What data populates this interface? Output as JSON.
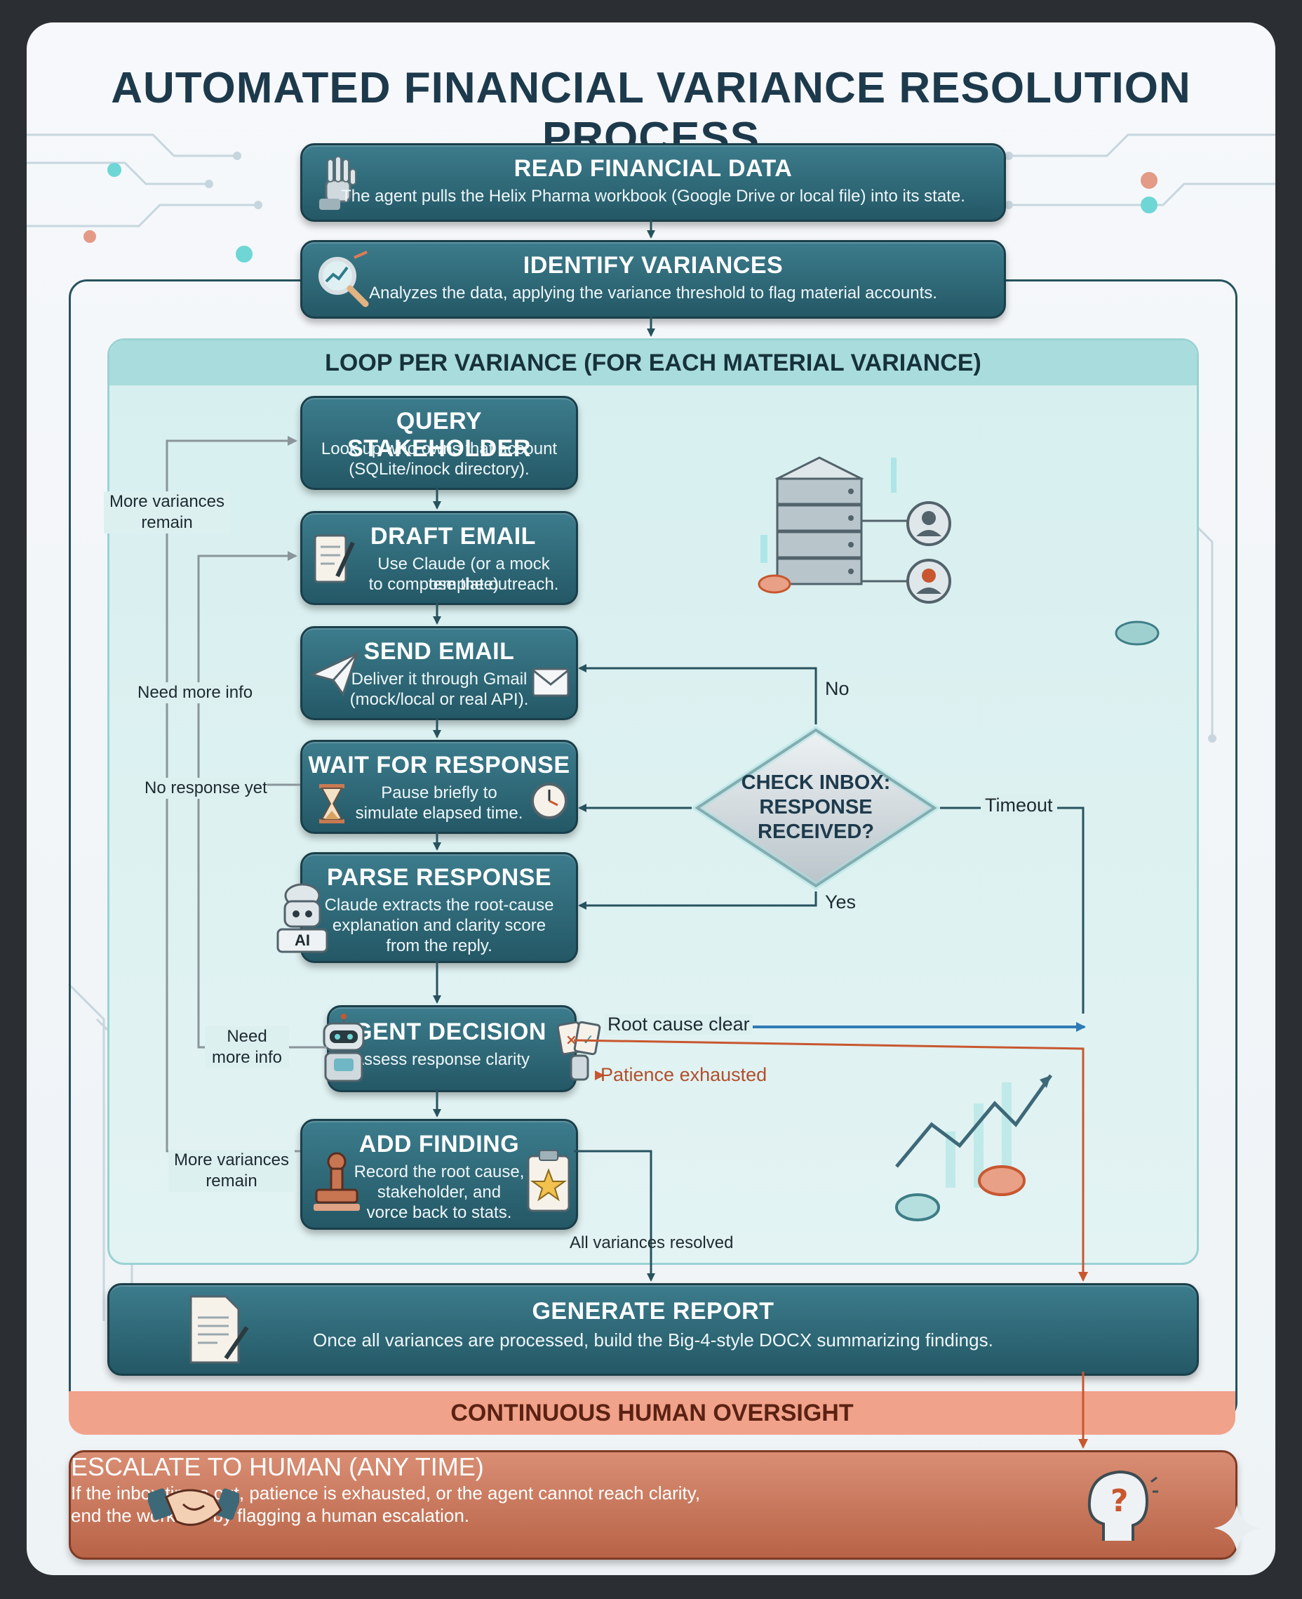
{
  "title": "AUTOMATED FINANCIAL VARIANCE RESOLUTION PROCESS",
  "steps": {
    "read": {
      "title": "READ FINANCIAL DATA",
      "desc": "The agent pulls the Helix Pharma workbook (Google Drive or local file) into its state."
    },
    "identify": {
      "title": "IDENTIFY VARIANCES",
      "desc": "Analyzes the data, applying the variance threshold to flag material accounts."
    },
    "query": {
      "title": "QUERY STAKEHOLDER",
      "desc1": "Look up who owns that account",
      "desc2": "(SQLite/inock directory)."
    },
    "draft": {
      "title": "DRAFT EMAIL",
      "desc1": "Use Claude (or a mock template)",
      "desc2": "to compose the outreach."
    },
    "send": {
      "title": "SEND EMAIL",
      "desc1": "Deliver it through Gmail",
      "desc2": "(mock/local or real API)."
    },
    "wait": {
      "title": "WAIT FOR RESPONSE",
      "desc1": "Pause briefly to",
      "desc2": "simulate elapsed time."
    },
    "parse": {
      "title": "PARSE RESPONSE",
      "desc1": "Claude extracts the root-cause",
      "desc2": "explanation and clarity score",
      "desc3": "from the reply."
    },
    "decision": {
      "title": "AGENT DECISION",
      "desc": "Assess response clarity"
    },
    "finding": {
      "title": "ADD FINDING",
      "desc1": "Record the root cause,",
      "desc2": "stakeholder, and",
      "desc3": "vorce back to stats."
    },
    "report": {
      "title": "GENERATE REPORT",
      "desc": "Once all variances are processed, build the Big-4-style DOCX summarizing findings."
    }
  },
  "loop": {
    "title": "LOOP PER VARIANCE (FOR EACH MATERIAL VARIANCE)"
  },
  "diamond": {
    "line1": "CHECK INBOX:",
    "line2": "RESPONSE",
    "line3": "RECEIVED?"
  },
  "labels": {
    "more_variances_1a": "More variances",
    "more_variances_1b": "remain",
    "need_more_info_1": "Need more info",
    "no_response_yet": "No response yet",
    "need_2a": "Need",
    "need_2b": "more info",
    "more_variances_2a": "More variances",
    "more_variances_2b": "remain",
    "no": "No",
    "yes": "Yes",
    "timeout": "Timeout",
    "root_cause_clear": "Root cause clear",
    "patience_exhausted": "Patience exhausted",
    "all_resolved": "All variances resolved"
  },
  "icon_labels": {
    "ai_badge": "AI"
  },
  "oversight": {
    "title": "CONTINUOUS HUMAN OVERSIGHT"
  },
  "escalate": {
    "title": "ESCALATE TO HUMAN (ANY TIME)",
    "desc1": "If the inbox times out, patience is exhausted, or the agent cannot reach clarity,",
    "desc2": "end the workflow by flagging a human escalation."
  },
  "colors": {
    "box": "#2f6b7a",
    "loop_bg": "#d7efef",
    "oversight": "#f1a28a",
    "escalate": "#c47457",
    "orange_arrow": "#c8572f",
    "blue_arrow": "#2f7bb5"
  },
  "icons": [
    "robot-hand-icon",
    "magnifier-chart-icon",
    "server-stack-icon",
    "user-icon",
    "document-pen-icon",
    "paper-plane-icon",
    "envelope-icon",
    "hourglass-icon",
    "clock-icon",
    "ai-robot-icon",
    "robot-icon",
    "decision-cards-icon",
    "stamp-icon",
    "clipboard-star-icon",
    "report-document-icon",
    "handshake-icon",
    "human-head-question-icon",
    "coin-icon",
    "trend-chart-icon",
    "sparkle-icon"
  ]
}
